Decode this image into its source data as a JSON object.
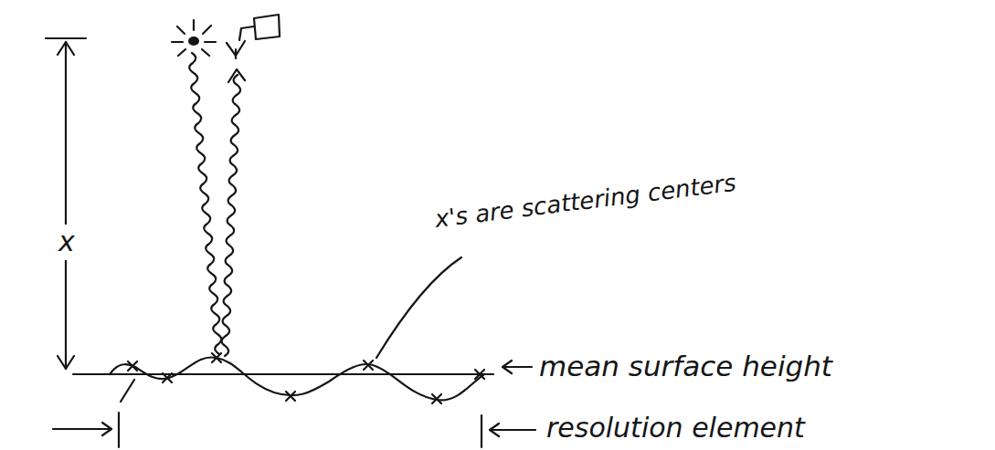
{
  "diagram": {
    "labels": [
      "x",
      "x's are scattering centers",
      "mean surface height",
      "resolution element"
    ]
  }
}
